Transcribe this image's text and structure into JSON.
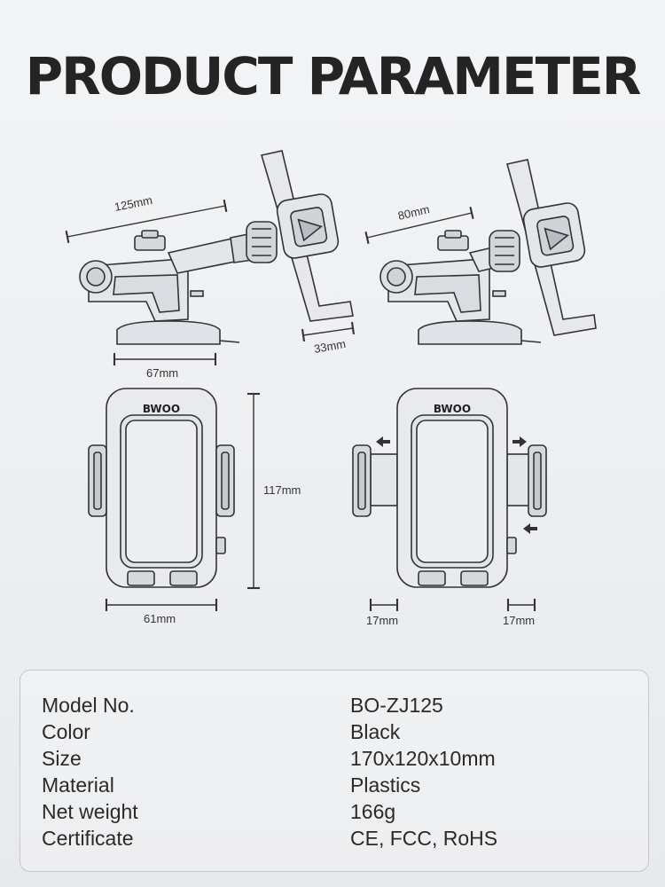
{
  "title": "PRODUCT PARAMETER",
  "brand_logo": "BWOO",
  "dimensions": {
    "arm_length": "125mm",
    "arm_retracted": "80mm",
    "base_width": "67mm",
    "clamp_depth": "33mm",
    "height": "117mm",
    "width": "61mm",
    "extension_left": "17mm",
    "extension_right": "17mm"
  },
  "specs": [
    {
      "label": "Model No.",
      "value": "BO-ZJ125"
    },
    {
      "label": "Color",
      "value": "Black"
    },
    {
      "label": "Size",
      "value": "170x120x10mm"
    },
    {
      "label": "Material",
      "value": "Plastics"
    },
    {
      "label": "Net weight",
      "value": "166g"
    },
    {
      "label": "Certificate",
      "value": "CE, FCC, RoHS"
    }
  ]
}
